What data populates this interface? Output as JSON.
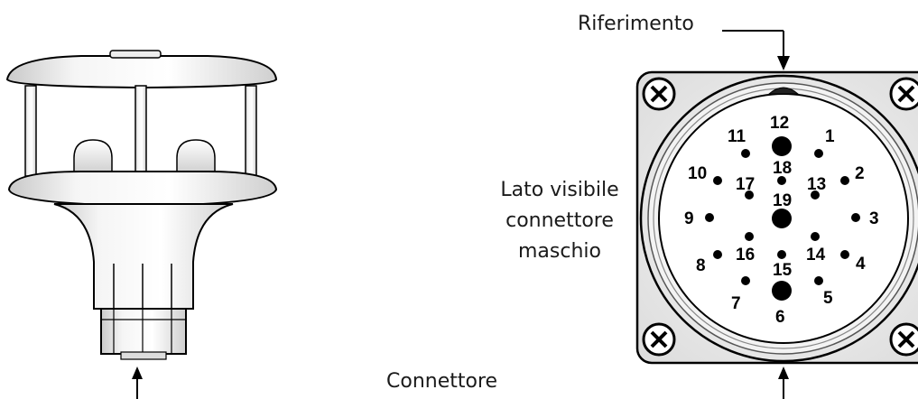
{
  "labels": {
    "reference": "Riferimento",
    "side_line1": "Lato visibile",
    "side_line2": "connettore",
    "side_line3": "maschio",
    "connector": "Connettore"
  },
  "connector_pins": {
    "pin1": "1",
    "pin2": "2",
    "pin3": "3",
    "pin4": "4",
    "pin5": "5",
    "pin6": "6",
    "pin7": "7",
    "pin8": "8",
    "pin9": "9",
    "pin10": "10",
    "pin11": "11",
    "pin12": "12",
    "pin13": "13",
    "pin14": "14",
    "pin15": "15",
    "pin16": "16",
    "pin17": "17",
    "pin18": "18",
    "pin19": "19"
  },
  "colors": {
    "ink": "#000000",
    "plate": "#e9e9e9",
    "body_light": "#f2f2f2",
    "body_shade": "#cfcfcf"
  }
}
